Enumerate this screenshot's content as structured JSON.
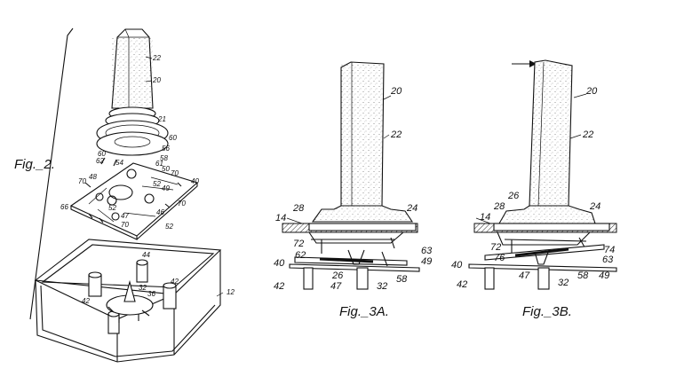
{
  "figures": [
    {
      "id": "fig2",
      "caption": "Fig._2.",
      "labels": [
        "22",
        "20",
        "21",
        "60",
        "56",
        "58",
        "61",
        "60",
        "62",
        "54",
        "50",
        "70",
        "70",
        "40",
        "48",
        "52",
        "49",
        "66",
        "52",
        "46",
        "70",
        "47",
        "70",
        "52",
        "44",
        "42",
        "12",
        "36",
        "32",
        "42"
      ]
    },
    {
      "id": "fig3a",
      "caption": "Fig._3A.",
      "labels": [
        "20",
        "22",
        "24",
        "28",
        "14",
        "72",
        "62",
        "63",
        "40",
        "49",
        "42",
        "26",
        "47",
        "58",
        "32"
      ]
    },
    {
      "id": "fig3b",
      "caption": "Fig._3B.",
      "labels": [
        "20",
        "22",
        "26",
        "24",
        "28",
        "14",
        "72",
        "74",
        "76",
        "63",
        "40",
        "58",
        "49",
        "42",
        "47",
        "32"
      ]
    }
  ]
}
